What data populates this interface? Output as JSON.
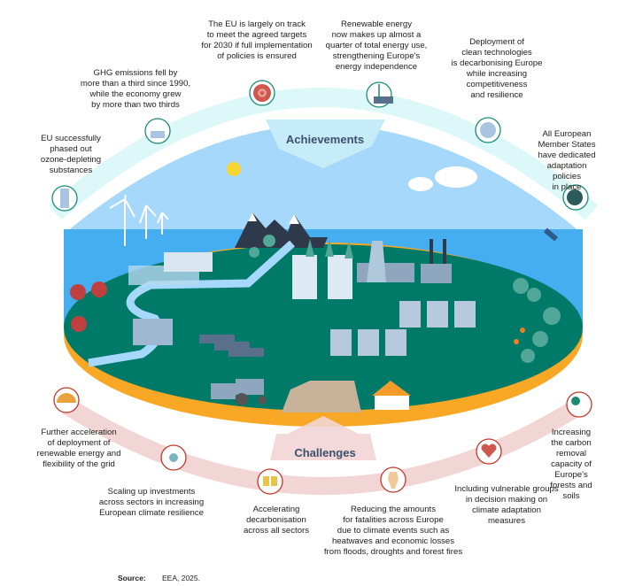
{
  "achievements": {
    "heading": "Achievements",
    "items": [
      {
        "icon": "spray-can-icon",
        "text": "EU successfully\nphased out\nozone-depleting\nsubstances"
      },
      {
        "icon": "factory-icon",
        "text": "GHG emissions fell by\nmore than a third since 1990,\nwhile the economy  grew\nby more than two thirds"
      },
      {
        "icon": "target-icon",
        "text": "The EU is largely on track\nto meet the agreed targets\nfor 2030 if full implementation\nof policies is ensured"
      },
      {
        "icon": "wind-solar-icon",
        "text": "Renewable energy\nnow makes up almost a\nquarter of total energy use,\nstrengthening Europe's\nenergy independence"
      },
      {
        "icon": "leaf-circuit-icon",
        "text": "Deployment of\nclean technologies\nis decarbonising Europe\nwhile increasing\ncompetitiveness\nand resilience"
      },
      {
        "icon": "globe-thermometer-icon",
        "text": "All European\nMember States\nhave dedicated\nadaptation policies\nin place"
      }
    ]
  },
  "challenges": {
    "heading": "Challenges",
    "items": [
      {
        "icon": "gauge-wind-solar-icon",
        "text": "Further acceleration\nof deployment of\nrenewable energy and\nflexibility of the grid"
      },
      {
        "icon": "investment-icon",
        "text": "Scaling up investments\nacross sectors in increasing\nEuropean climate resilience"
      },
      {
        "icon": "trains-icon",
        "text": "Accelerating\ndecarbonisation\nacross all sectors"
      },
      {
        "icon": "coffin-icon",
        "text": "Reducing the amounts\nfor fatalities across Europe\ndue to climate events such as\nheatwaves and economic losses\nfrom floods, droughts and forest fires"
      },
      {
        "icon": "heart-hand-icon",
        "text": "Including vulnerable groups\nin decision making on\nclimate adaptation\nmeasures"
      },
      {
        "icon": "forest-co2-icon",
        "text": "Increasing\nthe carbon removal\ncapacity of Europe's\nforests and soils"
      }
    ]
  },
  "source": {
    "label": "Source:",
    "value": "EEA, 2025."
  },
  "colors": {
    "achievement_ring": "#1a8a72",
    "challenge_ring": "#c0392b",
    "island": "#007a68",
    "rim": "#f9a825",
    "sky": "#a6d8fb",
    "sea": "#45aef0"
  }
}
